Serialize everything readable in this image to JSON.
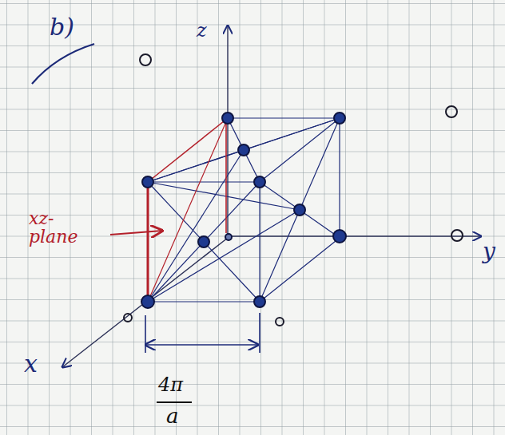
{
  "diagram": {
    "labels": [
      "b)",
      "z",
      "y",
      "x",
      "xz- plane",
      "4π",
      "a"
    ]
  }
}
